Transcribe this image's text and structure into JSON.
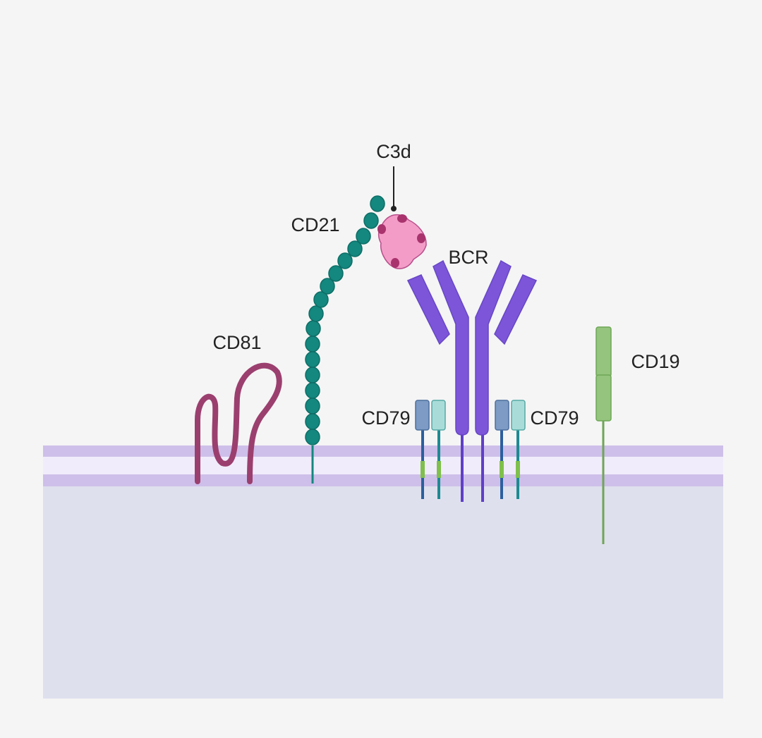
{
  "diagram": {
    "labels": {
      "c3d": "C3d",
      "cd21": "CD21",
      "bcr": "BCR",
      "cd81": "CD81",
      "cd19": "CD19",
      "cd79_left": "CD79",
      "cd79_right": "CD79"
    },
    "colors": {
      "background": "#f5f5f5",
      "cytoplasm": "#dfe0ee",
      "membrane_outer": "#cdbfe9",
      "membrane_inner": "#f1ecfb",
      "cd81": "#9b3f6f",
      "cd21": "#14877e",
      "c3d_body": "#f49cc8",
      "c3d_spot": "#a8336d",
      "bcr": "#7d55d9",
      "cd79a": "#7d9bc4",
      "cd79b": "#a9dcd9",
      "cd19": "#94c47d"
    }
  }
}
